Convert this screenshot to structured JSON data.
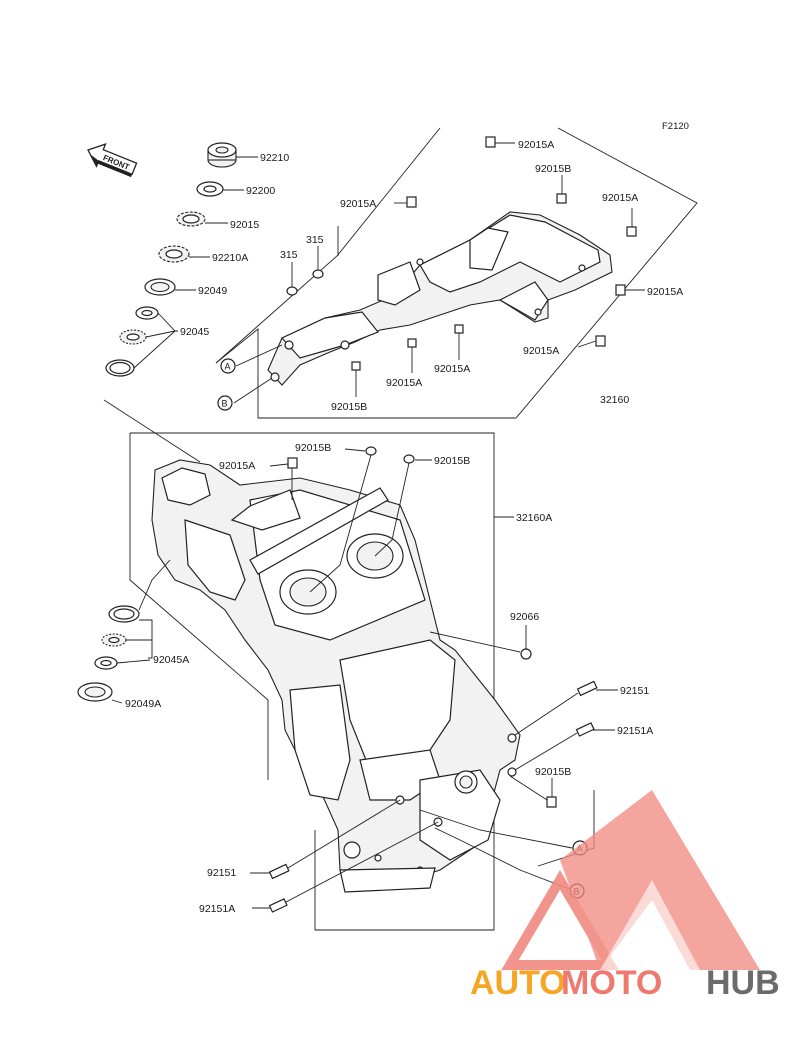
{
  "diagram_code": "F2120",
  "front_arrow_label": "FRONT",
  "callout_markers": [
    "A",
    "B"
  ],
  "part_labels": {
    "p92210": "92210",
    "p92200": "92200",
    "p92015": "92015",
    "p92210A": "92210A",
    "p92049": "92049",
    "p92045": "92045",
    "p315_left": "315",
    "p315_right": "315",
    "p92015A_top": "92015A",
    "p92015B_top": "92015B",
    "p92015A_left": "92015A",
    "p92015A_right": "92015A",
    "p92015A_right2": "92015A",
    "p92015A_bottom1": "92015A",
    "p92015A_bottom2": "92015A",
    "p92015A_bottom3": "92015A",
    "p92015B_bottom": "92015B",
    "p32160": "32160",
    "p92015B_main": "92015B",
    "p92015A_main": "92015A",
    "p92015B_main2": "92015B",
    "p32160A": "32160A",
    "p92066": "92066",
    "p92151_right": "92151",
    "p92151A_right": "92151A",
    "p92015B_lower": "92015B",
    "p92045A": "92045A",
    "p92049A": "92049A",
    "p92151_left": "92151",
    "p92151A_left": "92151A"
  },
  "watermark": {
    "part1": "AUTO",
    "part2": "MOTO",
    "part3": "HUB",
    "colors": {
      "auto": "#f5a623",
      "moto": "#ee7a6f",
      "hub": "#6b6b6b",
      "logo": "#f08a80"
    }
  }
}
